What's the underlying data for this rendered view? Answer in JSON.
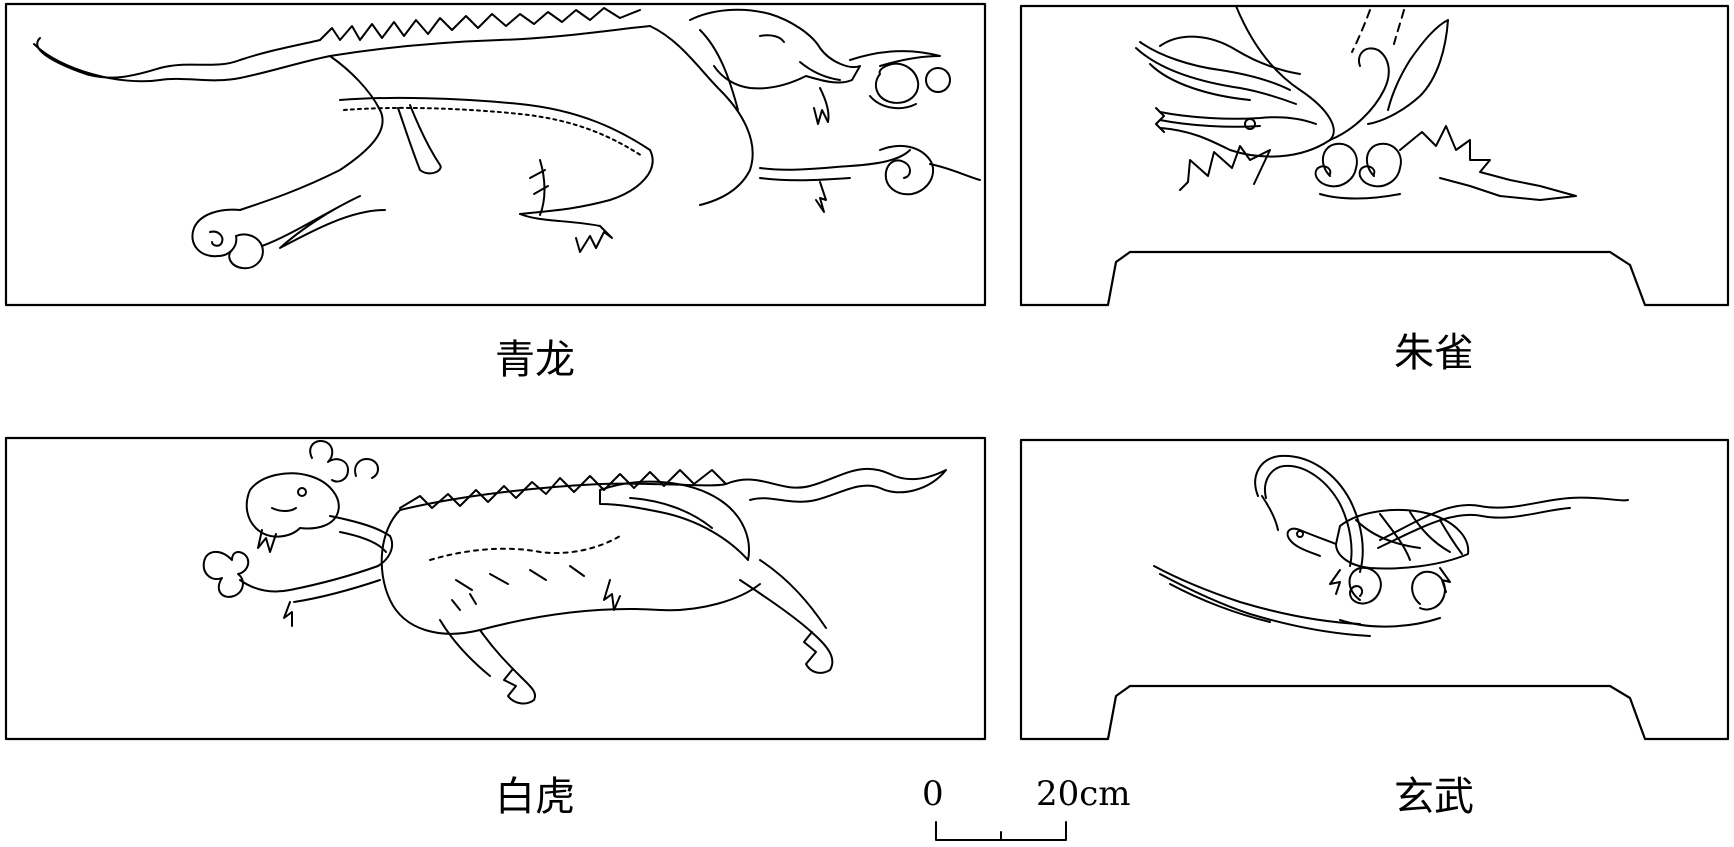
{
  "panels": {
    "dragon": {
      "label": "青龙"
    },
    "bird": {
      "label": "朱雀"
    },
    "tiger": {
      "label": "白虎"
    },
    "turtle": {
      "label": "玄武"
    }
  },
  "scale_bar": {
    "zero_label": "0",
    "end_label": "20cm"
  },
  "colors": {
    "line": "#000000",
    "background": "#ffffff"
  }
}
